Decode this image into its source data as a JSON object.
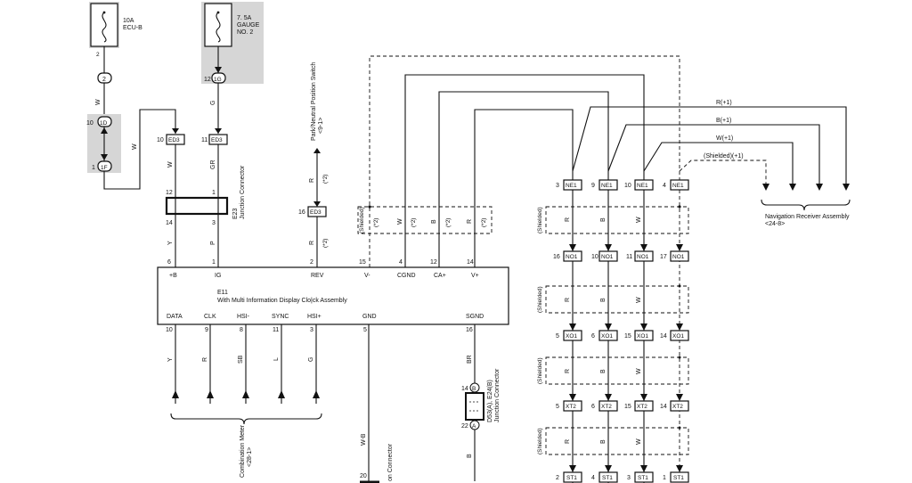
{
  "fuses": {
    "ecu_b": {
      "amp": "10A",
      "name": "ECU-B",
      "pin": "2"
    },
    "gauge2": {
      "amp": "7. 5A",
      "name1": "GAUGE",
      "name2": "NO. 2"
    }
  },
  "connectors": {
    "c2": "2",
    "c1d": "1D",
    "c1f": "1F",
    "c1g": "1G",
    "ed3": "ED3",
    "ne1": "NE1",
    "no1": "NO1",
    "xo1": "XO1",
    "xt2": "XT2",
    "st1": "ST1",
    "b": "B",
    "a": "A"
  },
  "pins": {
    "p12": "12",
    "p10": "10",
    "p1": "1",
    "p11": "11",
    "p16": "16",
    "p3": "3",
    "p9": "9",
    "p4": "4",
    "p17": "17",
    "p5": "5",
    "p6": "6",
    "p15": "15",
    "p14": "14",
    "p2": "2",
    "p8": "8",
    "p22": "22",
    "p20": "20"
  },
  "wires": {
    "w": "W",
    "g": "G",
    "gr": "GR",
    "y": "Y",
    "p": "P",
    "r": "R",
    "b": "B",
    "sb": "SB",
    "l": "L",
    "br": "BR",
    "wb": "W-B",
    "tag2": "(*2)",
    "shielded": "(Shielded)"
  },
  "junction_e23": {
    "code": "E23",
    "name": "Junction Connector"
  },
  "park_switch": {
    "name": "Park/Neutral Position Switch",
    "ref": "<9-1>"
  },
  "unit": {
    "code": "E11",
    "name": "With Multi Information Display Clo|ck Assembly",
    "top_pins": [
      "+B",
      "IG",
      "REV",
      "V-",
      "CGND",
      "CA+",
      "V+"
    ],
    "bottom_pins": [
      "DATA",
      "CLK",
      "HSI-",
      "SYNC",
      "HSI+",
      "GND",
      "SGND"
    ]
  },
  "nav": {
    "lines": [
      "R(+1)",
      "B(+1)",
      "W(+1)",
      "(Shielded)(+1)"
    ],
    "name": "Navigation Receiver Assembly",
    "ref": "<24-8>"
  },
  "combination_meter": {
    "name": "Combination Meter",
    "ref": "<28-1>"
  },
  "junction_e24": {
    "code": "D53(A), E24(B)",
    "name": "Junction Connector"
  },
  "partial_label": "on Connector"
}
